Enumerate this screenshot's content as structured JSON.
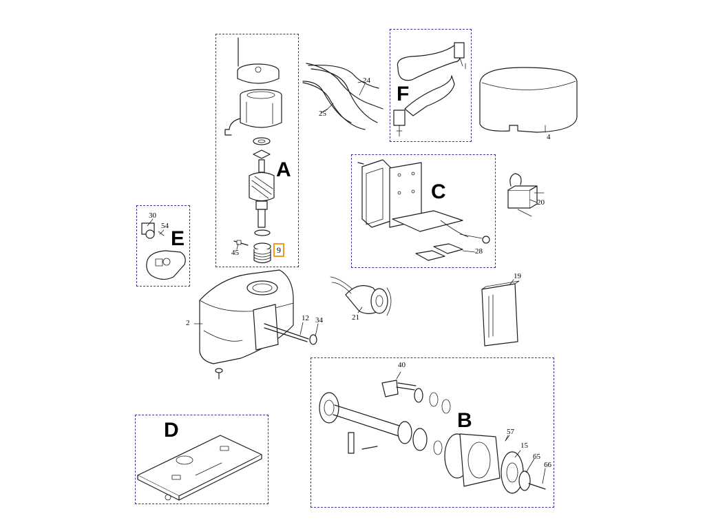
{
  "groups": {
    "A": {
      "letter": "A"
    },
    "B": {
      "letter": "B"
    },
    "C": {
      "letter": "C"
    },
    "D": {
      "letter": "D"
    },
    "E": {
      "letter": "E"
    },
    "F": {
      "letter": "F"
    }
  },
  "callouts": {
    "n2": "2",
    "n4": "4",
    "n9": "9",
    "n12": "12",
    "n15": "15",
    "n19": "19",
    "n20": "20",
    "n21": "21",
    "n24": "24",
    "n25": "25",
    "n28": "28",
    "n30": "30",
    "n34": "34",
    "n40": "40",
    "n45": "45",
    "n54": "54",
    "n57": "57",
    "n65": "65",
    "n66": "66"
  },
  "highlight": {
    "part": "9",
    "color": "#f39a1e"
  },
  "colors": {
    "frame": "#34349a",
    "line": "#1b1b1b"
  }
}
